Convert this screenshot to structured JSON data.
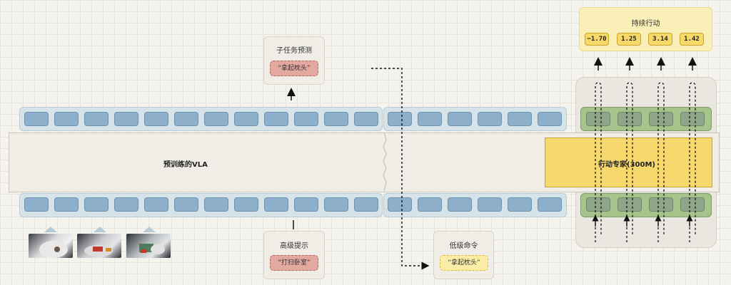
{
  "vla": {
    "label": "预训练的VLA"
  },
  "expert": {
    "label": "行动专家(300M)"
  },
  "subtask": {
    "title": "子任务预测",
    "value": "“拿起枕头”"
  },
  "high_level": {
    "title": "高级提示",
    "value": "“打扫卧室”"
  },
  "low_level": {
    "title": "低级命令",
    "value": "“拿起枕头”"
  },
  "continuous": {
    "title": "持续行动",
    "values": [
      "−1.70",
      "1.25",
      "3.14",
      "1.42"
    ]
  },
  "images": [
    "camera-view",
    "camera-view",
    "camera-view"
  ],
  "colors": {
    "token_blue": "#8eafc9",
    "token_green": "#8fa58a",
    "expert_yellow": "#f6d86c",
    "prompt_red": "#e3a8a0"
  }
}
